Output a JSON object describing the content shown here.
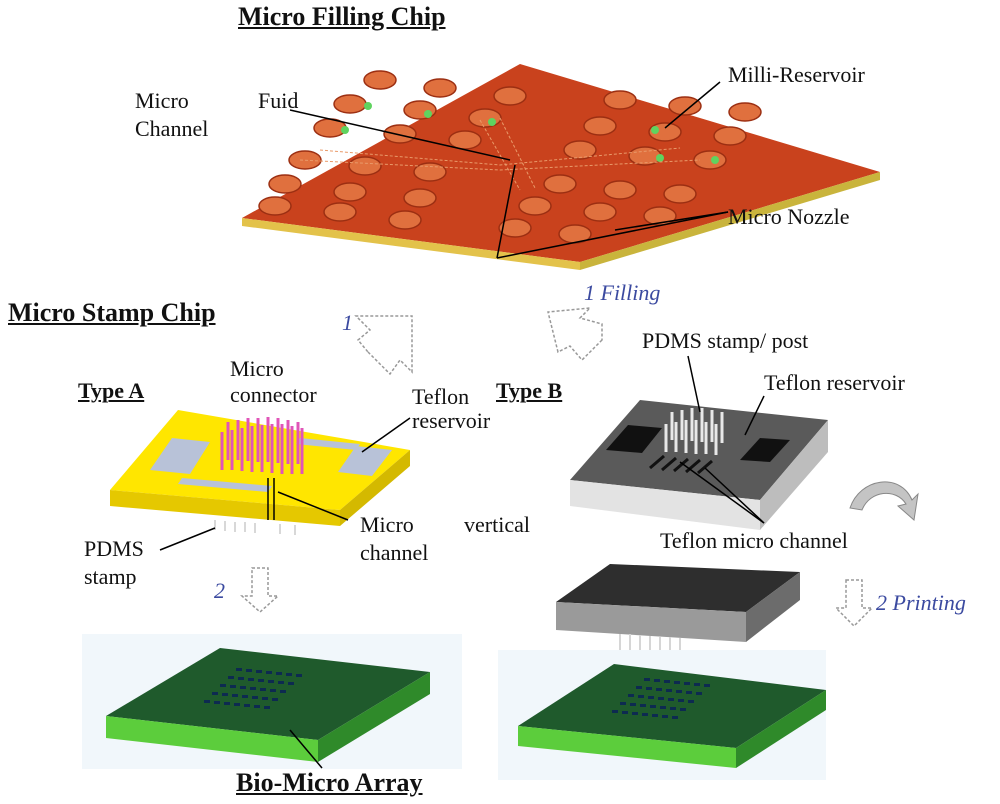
{
  "headings": {
    "filling_chip": "Micro Filling Chip",
    "stamp_chip": "Micro Stamp Chip",
    "type_a": "Type A",
    "type_b": "Type B",
    "bio_array": "Bio-Micro Array"
  },
  "filling_labels": {
    "micro_channel_1": "Micro",
    "micro_channel_2": "Channel",
    "fluid": "Fuid",
    "milli_reservoir": "Milli-Reservoir",
    "micro_nozzle": "Micro Nozzle"
  },
  "type_a_labels": {
    "micro_connector_1": "Micro",
    "micro_connector_2": "connector",
    "teflon_reservoir_1": "Teflon",
    "teflon_reservoir_2": "reservoir",
    "micro_channel_1": "Micro",
    "micro_channel_2": "channel",
    "pdms_stamp_1": "PDMS",
    "pdms_stamp_2": "stamp",
    "vertical": "vertical"
  },
  "type_b_labels": {
    "pdms_post": "PDMS stamp/ post",
    "teflon_reservoir": "Teflon reservoir",
    "teflon_micro_channel": "Teflon micro channel"
  },
  "steps": {
    "step1_left": "1",
    "step1_right": "1 Filling",
    "step2_left": "2",
    "step2_right": "2 Printing"
  },
  "colors": {
    "filling_chip": "#d04a22",
    "stamp_type_a": "#ffe600",
    "stamp_type_b": "#e3e3e3",
    "array": "#1f5a2c",
    "connector": "#e055b8",
    "step_text": "#3b4aa0"
  }
}
